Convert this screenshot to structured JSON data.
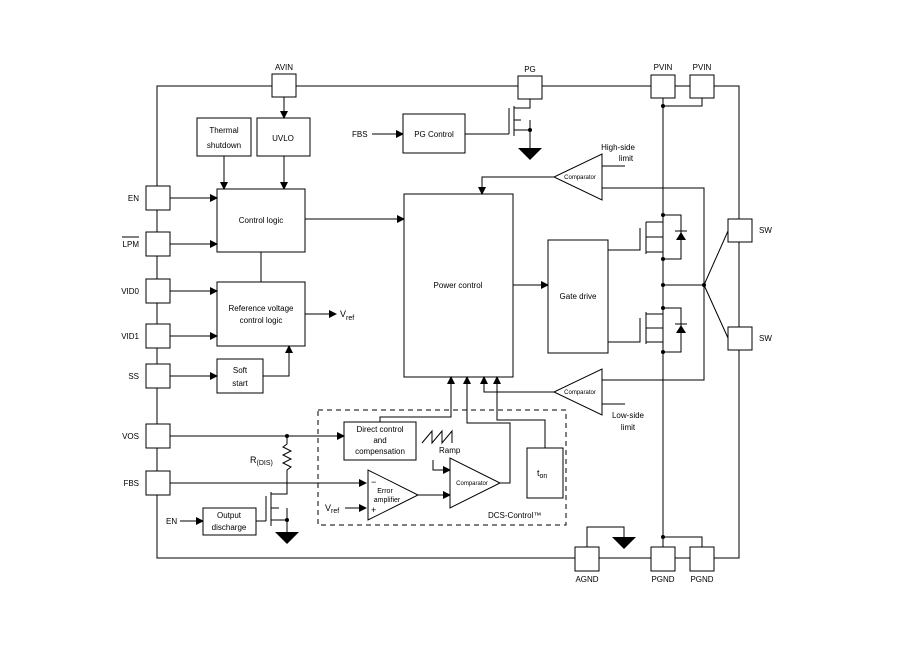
{
  "pins": {
    "avin": "AVIN",
    "pg": "PG",
    "pvin1": "PVIN",
    "pvin2": "PVIN",
    "en": "EN",
    "lpm": "LPM",
    "vid0": "VID0",
    "vid1": "VID1",
    "ss": "SS",
    "vos": "VOS",
    "fbs": "FBS",
    "sw1": "SW",
    "sw2": "SW",
    "agnd": "AGND",
    "pgnd1": "PGND",
    "pgnd2": "PGND"
  },
  "blocks": {
    "thermal_line1": "Thermal",
    "thermal_line2": "shutdown",
    "uvlo": "UVLO",
    "pg_control": "PG Control",
    "control_logic": "Control logic",
    "ref_line1": "Reference voltage",
    "ref_line2": "control logic",
    "soft_line1": "Soft",
    "soft_line2": "start",
    "power_control": "Power control",
    "gate_drive": "Gate drive",
    "comparator_high": "Comparator",
    "comparator_low": "Comparator",
    "comparator_main": "Comparator",
    "direct_line1": "Direct control",
    "direct_line2": "and",
    "direct_line3": "compensation",
    "ramp": "Ramp",
    "error_line1": "Error",
    "error_line2": "amplifier",
    "ton_main": "t",
    "ton_sub": "on",
    "output_line1": "Output",
    "output_line2": "discharge",
    "dcs_control": "DCS-Control™"
  },
  "labels": {
    "fbs_ext": "FBS",
    "en_ext": "EN",
    "high_side_line1": "High-side",
    "high_side_line2": "limit",
    "low_side_line1": "Low-side",
    "low_side_line2": "limit",
    "vref_main": "V",
    "vref_sub": "ref",
    "vref2_main": "V",
    "vref2_sub": "ref",
    "rdis_main": "R",
    "rdis_sub": "(DIS)",
    "minus": "−",
    "plus": "+"
  }
}
